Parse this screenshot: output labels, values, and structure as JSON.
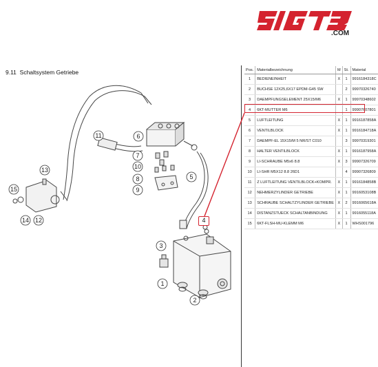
{
  "brand": {
    "logo_text": "SIGT3",
    "url": ".COM",
    "logo_color": "#d4232f"
  },
  "section": {
    "number": "9.11",
    "title": "Schaltsystem Getriebe"
  },
  "highlight_color": "#d4232f",
  "callout_label": "4",
  "diagram_labels": [
    "11",
    "6",
    "7",
    "10",
    "8",
    "9",
    "13",
    "15",
    "14",
    "12",
    "5",
    "4",
    "3",
    "1",
    "2"
  ],
  "table": {
    "headers": [
      "Pos.",
      "Materialbezeichnung",
      "M",
      "St.",
      "Material"
    ],
    "rows": [
      {
        "pos": "1",
        "name": "BEDIENEINHEIT",
        "m": "X",
        "st": "1",
        "material": "9916184318C"
      },
      {
        "pos": "2",
        "name": "BUCHSE 12X25,6X17 EPDM-G45 SW",
        "m": "",
        "st": "2",
        "material": "99970326740"
      },
      {
        "pos": "3",
        "name": "DAEMPFUNGSELEMENT 25X15/M6",
        "m": "X",
        "st": "1",
        "material": "99970348602"
      },
      {
        "pos": "4",
        "name": "6KT-MUTTER M6",
        "m": "",
        "st": "1",
        "material": "99907607801"
      },
      {
        "pos": "5",
        "name": "LUFTLEITUNG",
        "m": "X",
        "st": "1",
        "material": "9916187858A"
      },
      {
        "pos": "6",
        "name": "VENTILBLOCK",
        "m": "X",
        "st": "1",
        "material": "9916184718A"
      },
      {
        "pos": "7",
        "name": "DAEMPF-EL 15X15/M 5 NR/ST C010",
        "m": "",
        "st": "3",
        "material": "99970319301"
      },
      {
        "pos": "8",
        "name": "HALTER VENTILBLOCK",
        "m": "X",
        "st": "1",
        "material": "9916187958A"
      },
      {
        "pos": "9",
        "name": "LI-SCHRAUBE M5x6 8.8",
        "m": "X",
        "st": "3",
        "material": "99907326709"
      },
      {
        "pos": "10",
        "name": "LI-SHR M5X12 8.8 26D1",
        "m": "",
        "st": "4",
        "material": "99907326809"
      },
      {
        "pos": "11",
        "name": "Z LUFTLEITUNG VENTILBLOCK+KOMPR.",
        "m": "X",
        "st": "1",
        "material": "9916184858B"
      },
      {
        "pos": "12",
        "name": "NEHMERZYLINDER GETRIEBE",
        "m": "X",
        "st": "1",
        "material": "9916053108B"
      },
      {
        "pos": "13",
        "name": "SCHRAUBE SCHALTZYLINDER GETRIEBE",
        "m": "X",
        "st": "2",
        "material": "9916065618A"
      },
      {
        "pos": "14",
        "name": "DISTANZSTUECK SCHALTANBINDUNG",
        "m": "X",
        "st": "1",
        "material": "9916055118A"
      },
      {
        "pos": "15",
        "name": "6KT-FLSH-MU-KLEMM M6",
        "m": "X",
        "st": "1",
        "material": "WHS001796"
      }
    ]
  }
}
